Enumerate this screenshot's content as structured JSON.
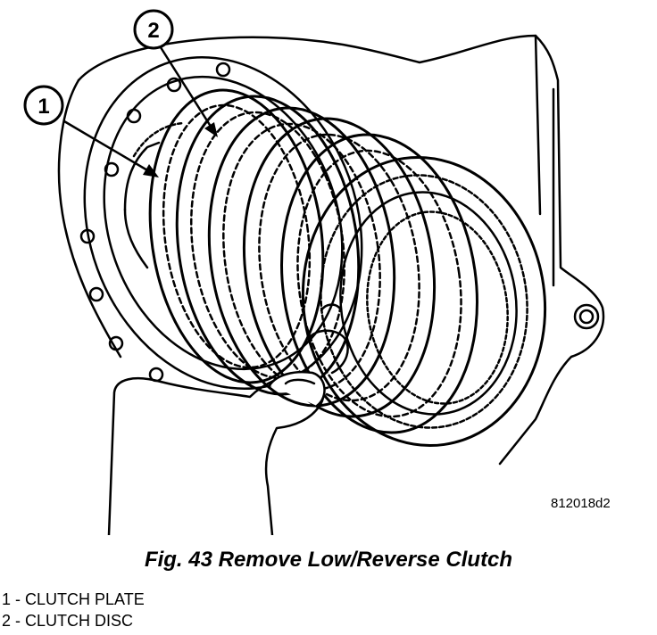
{
  "figure": {
    "code": "812018d2",
    "caption": "Fig. 43 Remove Low/Reverse Clutch"
  },
  "callouts": [
    {
      "number": "1",
      "label": "1 - CLUTCH PLATE"
    },
    {
      "number": "2",
      "label": "2 - CLUTCH DISC"
    }
  ]
}
